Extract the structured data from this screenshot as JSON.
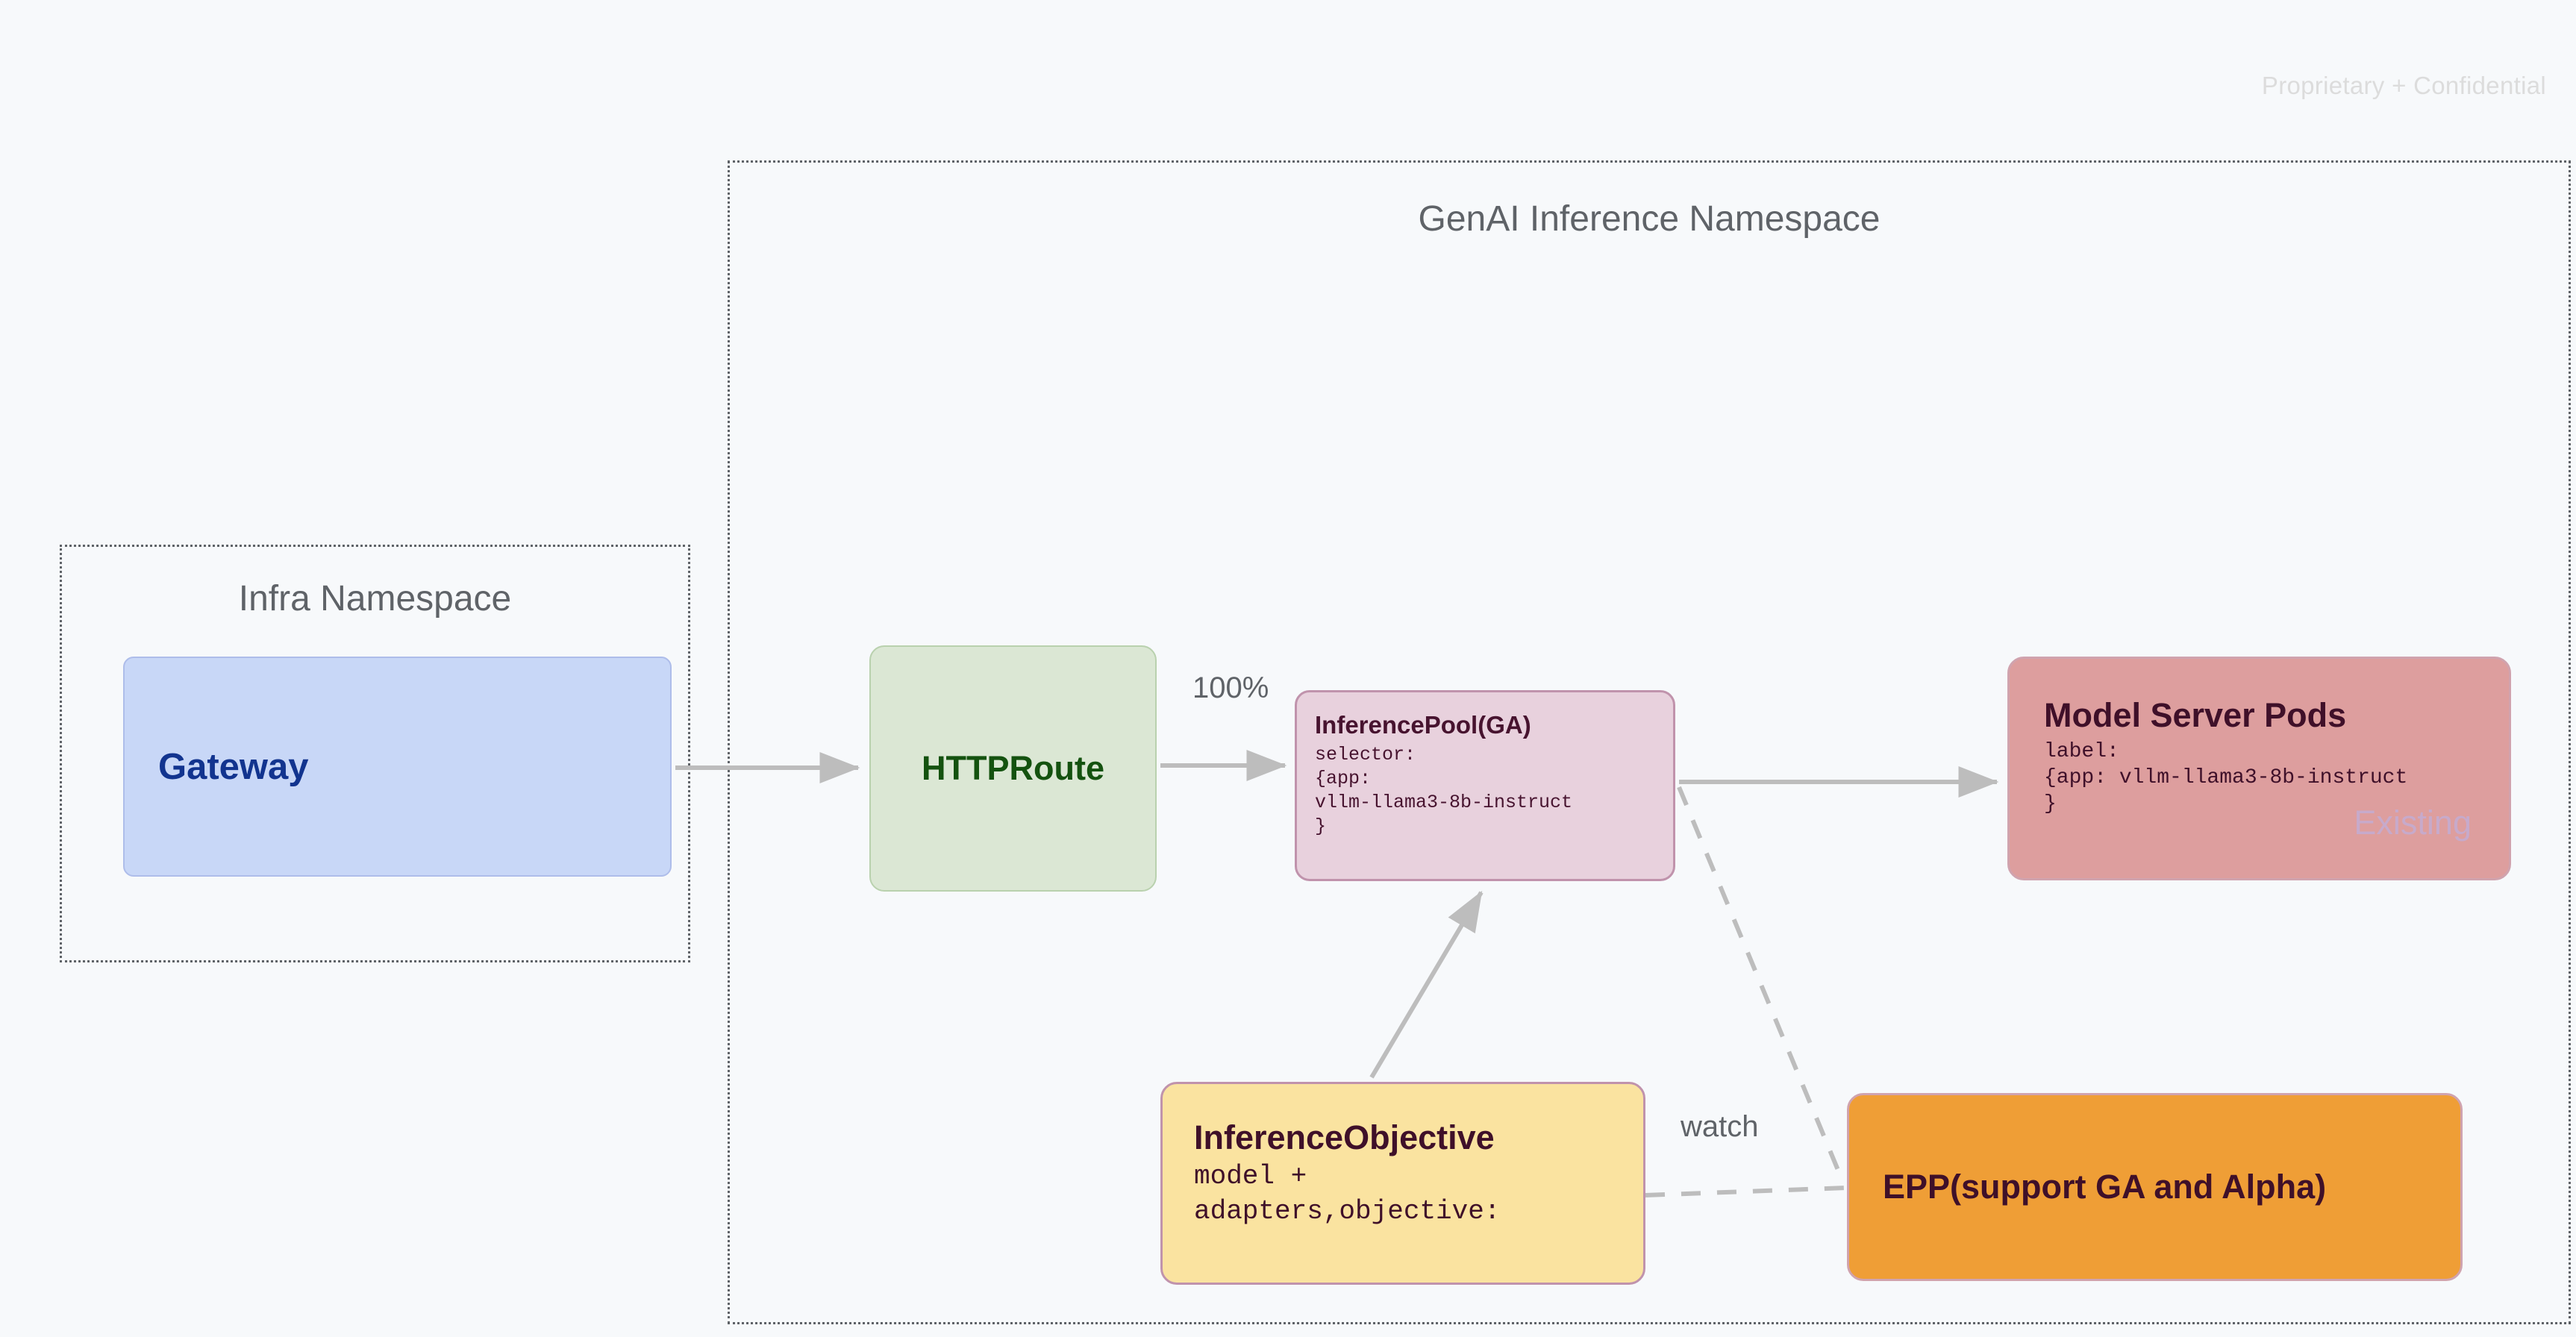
{
  "watermark": "Proprietary + Confidential",
  "colors": {
    "background": "#f7f9fb",
    "gateway_fill": "#c8d7f7",
    "httproute_fill": "#dbe7d4",
    "inferencepool_fill": "#e8d1dd",
    "modelserver_fill": "#dd9e9e",
    "inferenceobjective_fill": "#fae3a0",
    "epp_fill": "#ef9e36",
    "edge_stroke": "#bdbdbd",
    "namespace_border": "#5f6368"
  },
  "namespaces": {
    "infra": {
      "label": "Infra Namespace"
    },
    "genai": {
      "label": "GenAI Inference Namespace"
    }
  },
  "nodes": {
    "gateway": {
      "title": "Gateway"
    },
    "httproute": {
      "title": "HTTPRoute"
    },
    "inferencepool": {
      "title": "InferencePool(GA)",
      "code": "selector:\n{app:\nvllm-llama3-8b-instruct\n}"
    },
    "modelserver": {
      "title": "Model Server Pods",
      "code": "label:\n{app: vllm-llama3-8b-instruct\n}",
      "stamp": "Existing"
    },
    "inferenceobjective": {
      "title": "InferenceObjective",
      "code": "model +\nadapters,objective:"
    },
    "epp": {
      "title": "EPP(support GA and Alpha)"
    }
  },
  "edges": {
    "gateway_to_httproute": {
      "label": ""
    },
    "httproute_to_inferencepool": {
      "label": "100%"
    },
    "inferencepool_to_modelserver": {
      "label": ""
    },
    "inferenceobjective_to_inferencepool": {
      "label": ""
    },
    "inferencepool_to_epp": {
      "label": ""
    },
    "inferenceobjective_to_epp": {
      "label": "watch"
    },
    "watch_label": "watch"
  }
}
